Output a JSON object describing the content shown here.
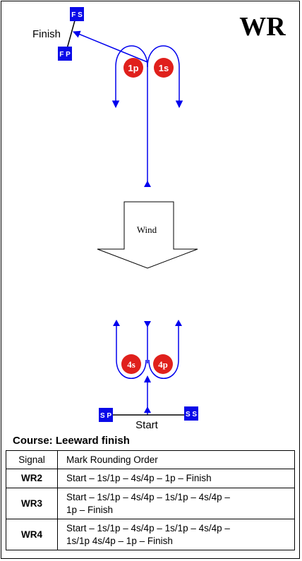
{
  "course_code": "WR",
  "finish_label": "Finish",
  "start_label": "Start",
  "wind_label": "Wind",
  "marks": {
    "finish_starboard": "F S",
    "finish_port": "F P",
    "start_port": "S P",
    "start_starboard": "S S",
    "mark_1p": "1p",
    "mark_1s": "1s",
    "mark_4s": "4s",
    "mark_4p": "4p"
  },
  "colors": {
    "course_line": "#0000ee",
    "mark_fill": "#e0201c",
    "flag_fill": "#0a0ae8"
  },
  "course_title": "Course: Leeward finish",
  "table": {
    "headers": [
      "Signal",
      "Mark Rounding Order"
    ],
    "rows": [
      {
        "signal": "WR2",
        "order": "Start – 1s/1p – 4s/4p – 1p – Finish"
      },
      {
        "signal": "WR3",
        "order": "Start – 1s/1p – 4s/4p – 1s/1p  – 4s/4p –\n1p – Finish"
      },
      {
        "signal": "WR4",
        "order": "Start – 1s/1p – 4s/4p – 1s/1p – 4s/4p –\n1s/1p  4s/4p – 1p – Finish"
      }
    ]
  }
}
